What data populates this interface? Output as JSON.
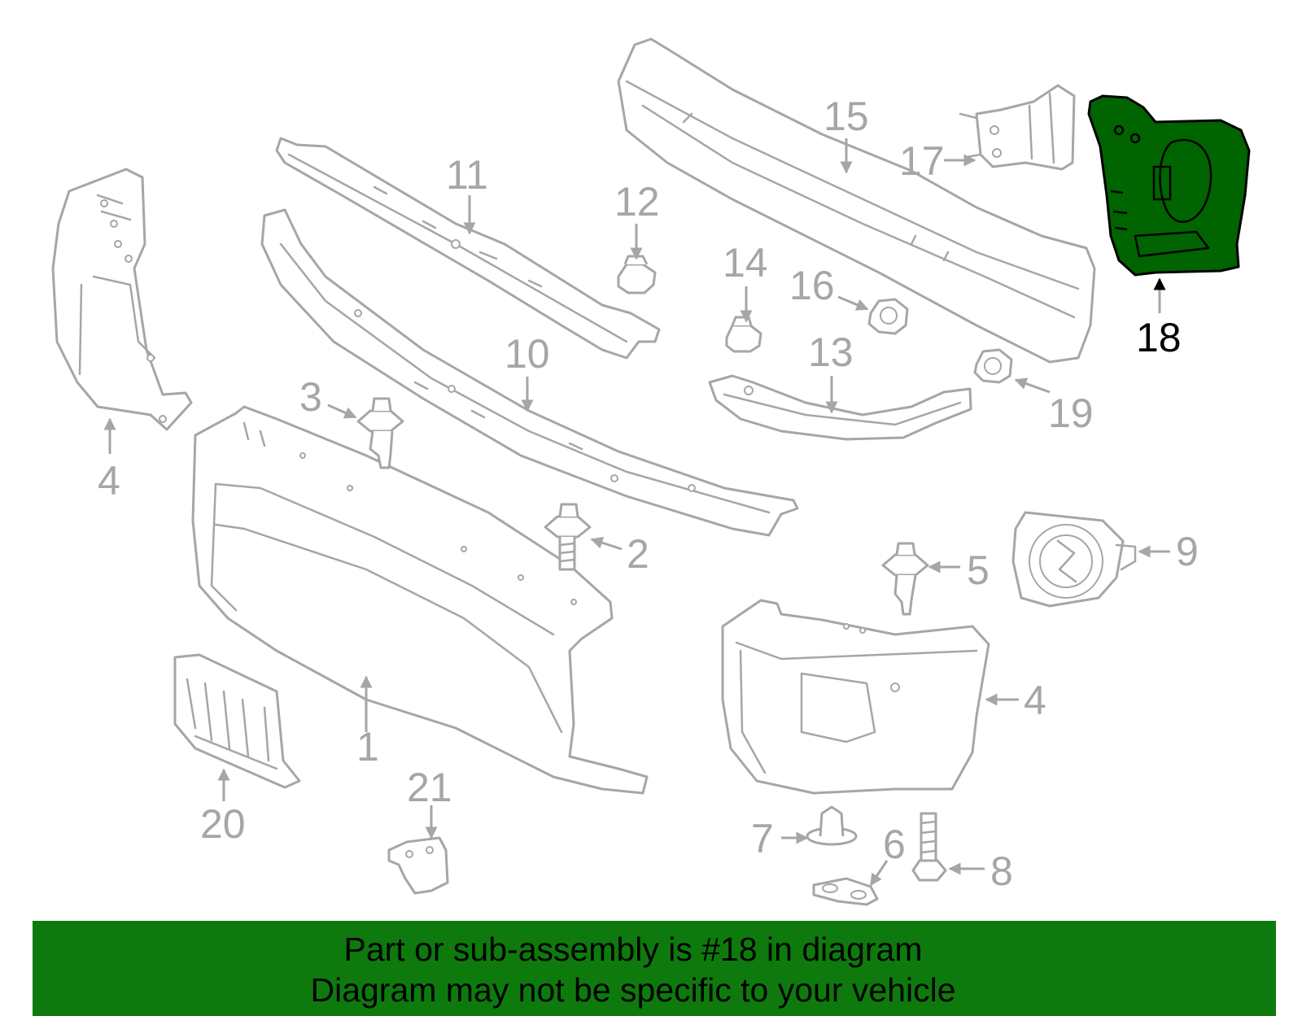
{
  "callouts": {
    "c1": "1",
    "c2": "2",
    "c3": "3",
    "c4a": "4",
    "c4b": "4",
    "c5": "5",
    "c6": "6",
    "c7": "7",
    "c8": "8",
    "c9": "9",
    "c10": "10",
    "c11": "11",
    "c12": "12",
    "c13": "13",
    "c14": "14",
    "c15": "15",
    "c16": "16",
    "c17": "17",
    "c18": "18",
    "c19": "19",
    "c20": "20",
    "c21": "21"
  },
  "highlighted_part": "18",
  "colors": {
    "highlight_fill": "#006400",
    "banner_background": "#0e7a0d",
    "line_gray": "#a6a6a6"
  },
  "banner": {
    "line1": "Part or sub-assembly is #18 in diagram",
    "line2": "Diagram may not be specific to your vehicle"
  }
}
